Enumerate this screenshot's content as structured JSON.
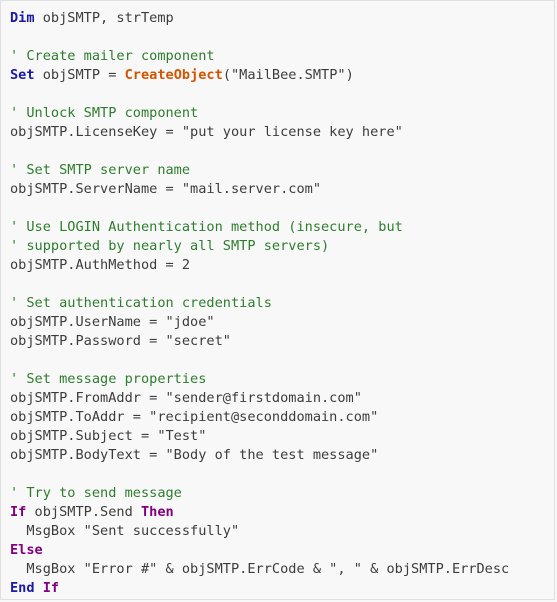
{
  "code": {
    "lines": [
      [
        {
          "t": "Dim",
          "c": "keyword"
        },
        {
          "t": " objSMTP, strTemp",
          "c": "text"
        }
      ],
      [],
      [
        {
          "t": "' Create mailer component",
          "c": "comment"
        }
      ],
      [
        {
          "t": "Set",
          "c": "keyword"
        },
        {
          "t": " objSMTP = ",
          "c": "text"
        },
        {
          "t": "CreateObject",
          "c": "func"
        },
        {
          "t": "(\"MailBee.SMTP\")",
          "c": "text"
        }
      ],
      [],
      [
        {
          "t": "' Unlock SMTP component",
          "c": "comment"
        }
      ],
      [
        {
          "t": "objSMTP.LicenseKey = \"put your license key here\"",
          "c": "text"
        }
      ],
      [],
      [
        {
          "t": "' Set SMTP server name",
          "c": "comment"
        }
      ],
      [
        {
          "t": "objSMTP.ServerName = \"mail.server.com\"",
          "c": "text"
        }
      ],
      [],
      [
        {
          "t": "' Use LOGIN Authentication method (insecure, but",
          "c": "comment"
        }
      ],
      [
        {
          "t": "' supported by nearly all SMTP servers)",
          "c": "comment"
        }
      ],
      [
        {
          "t": "objSMTP.AuthMethod = 2",
          "c": "text"
        }
      ],
      [],
      [
        {
          "t": "' Set authentication credentials",
          "c": "comment"
        }
      ],
      [
        {
          "t": "objSMTP.UserName = \"jdoe\"",
          "c": "text"
        }
      ],
      [
        {
          "t": "objSMTP.Password = \"secret\"",
          "c": "text"
        }
      ],
      [],
      [
        {
          "t": "' Set message properties",
          "c": "comment"
        }
      ],
      [
        {
          "t": "objSMTP.FromAddr = \"sender@firstdomain.com\"",
          "c": "text"
        }
      ],
      [
        {
          "t": "objSMTP.ToAddr = \"recipient@seconddomain.com\"",
          "c": "text"
        }
      ],
      [
        {
          "t": "objSMTP.Subject = \"Test\"",
          "c": "text"
        }
      ],
      [
        {
          "t": "objSMTP.BodyText = \"Body of the test message\"",
          "c": "text"
        }
      ],
      [],
      [
        {
          "t": "' Try to send message",
          "c": "comment"
        }
      ],
      [
        {
          "t": "If",
          "c": "kw2"
        },
        {
          "t": " objSMTP.Send ",
          "c": "text"
        },
        {
          "t": "Then",
          "c": "kw2"
        }
      ],
      [
        {
          "t": "  MsgBox \"Sent successfully\"",
          "c": "text"
        }
      ],
      [
        {
          "t": "Else",
          "c": "kw2"
        }
      ],
      [
        {
          "t": "  MsgBox \"Error #\" & objSMTP.ErrCode & \", \" & objSMTP.ErrDesc",
          "c": "text"
        }
      ],
      [
        {
          "t": "End",
          "c": "keyword"
        },
        {
          "t": " ",
          "c": "text"
        },
        {
          "t": "If",
          "c": "kw2"
        }
      ]
    ]
  }
}
